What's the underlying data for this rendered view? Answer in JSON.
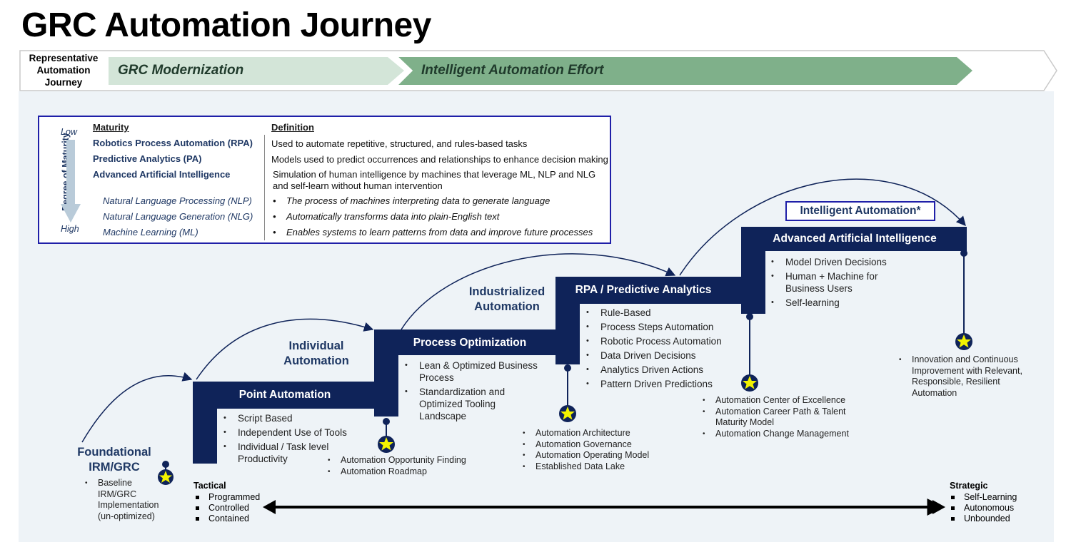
{
  "title": "GRC Automation Journey",
  "journey": {
    "label_lines": [
      "Representative",
      "Automation",
      "Journey"
    ],
    "phase_1": "GRC Modernization",
    "phase_2": "Intelligent Automation Effort"
  },
  "legend": {
    "axis_label": "Degree of Maturity",
    "low": "Low",
    "high": "High",
    "maturity_header": "Maturity",
    "definition_header": "Definition",
    "rows": [
      {
        "maturity": "Robotics Process Automation (RPA)",
        "definition": "Used to automate repetitive, structured, and rules-based tasks"
      },
      {
        "maturity": "Predictive Analytics (PA)",
        "definition": "Models used to predict occurrences and relationships to enhance decision making"
      },
      {
        "maturity": "Advanced Artificial Intelligence",
        "definition": "Simulation of human intelligence by machines that leverage ML, NLP and NLG and self-learn without human intervention"
      },
      {
        "maturity": "Natural Language Processing (NLP)",
        "definition": "The process of machines interpreting data to generate language"
      },
      {
        "maturity": "Natural Language Generation (NLG)",
        "definition": "Automatically transforms data into plain-English text"
      },
      {
        "maturity": "Machine Learning (ML)",
        "definition": "Enables systems to learn patterns from data and improve future processes"
      }
    ]
  },
  "stairs": {
    "foundational": {
      "title_lines": [
        "Foundational",
        "IRM/GRC"
      ],
      "items": [
        "Baseline IRM/GRC Implementation (un-optimized)"
      ]
    },
    "point": {
      "above_lines": [
        "Individual",
        "Automation"
      ],
      "title": "Point Automation",
      "items": [
        "Script Based",
        "Independent Use of Tools",
        "Individual / Task level Productivity"
      ],
      "milestones": [
        "Automation Opportunity Finding",
        "Automation Roadmap"
      ]
    },
    "process": {
      "above_lines": [
        "Industrialized",
        "Automation"
      ],
      "title": "Process Optimization",
      "items": [
        "Lean & Optimized Business Process",
        "Standardization and Optimized Tooling Landscape"
      ],
      "milestones": [
        "Automation Architecture",
        "Automation Governance",
        "Automation Operating Model",
        "Established Data Lake"
      ]
    },
    "rpa": {
      "title": "RPA / Predictive Analytics",
      "items": [
        "Rule-Based",
        "Process Steps Automation",
        "Robotic Process Automation",
        "Data Driven Decisions",
        "Analytics Driven Actions",
        "Pattern Driven Predictions"
      ],
      "milestones": [
        "Automation Center of Excellence",
        "Automation Career Path & Talent Maturity Model",
        "Automation Change Management"
      ]
    },
    "ai": {
      "above_box": "Intelligent Automation*",
      "title": "Advanced Artificial Intelligence",
      "items": [
        "Model Driven Decisions",
        "Human + Machine for Business Users",
        "Self-learning"
      ],
      "milestones": [
        "Innovation and Continuous Improvement with Relevant, Responsible, Resilient Automation"
      ]
    }
  },
  "spectrum": {
    "left_title": "Tactical",
    "left_items": [
      "Programmed",
      "Controlled",
      "Contained"
    ],
    "right_title": "Strategic",
    "right_items": [
      "Self-Learning",
      "Autonomous",
      "Unbounded"
    ]
  },
  "colors": {
    "navy": "#0f2359",
    "phase_light": "#d3e5d8",
    "phase_dark": "#7fb08a",
    "star": "#f2f200"
  }
}
